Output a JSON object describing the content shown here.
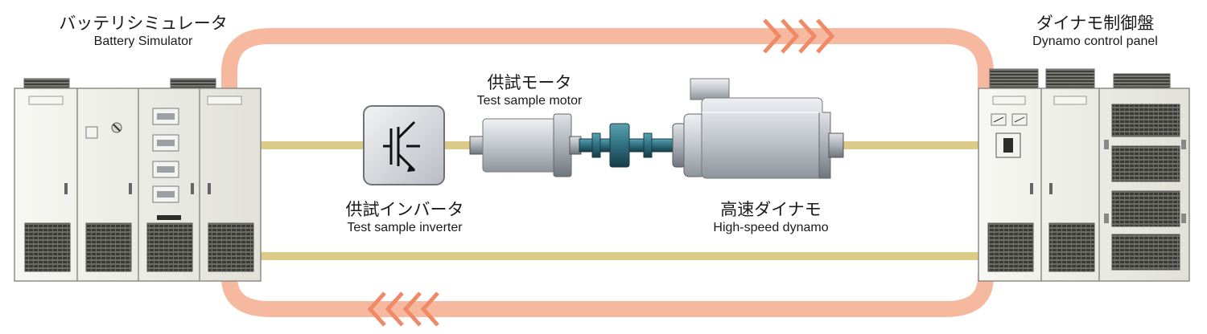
{
  "battery_simulator": {
    "jp": "バッテリシミュレータ",
    "en": "Battery Simulator"
  },
  "dynamo_control_panel": {
    "jp": "ダイナモ制御盤",
    "en": "Dynamo control panel"
  },
  "test_sample_motor": {
    "jp": "供試モータ",
    "en": "Test sample motor"
  },
  "test_sample_inverter": {
    "jp": "供試インバータ",
    "en": "Test sample inverter"
  },
  "high_speed_dynamo": {
    "jp": "高速ダイナモ",
    "en": "High-speed dynamo"
  },
  "colors": {
    "power_loop": "#f7b8a0",
    "power_loop_arrows": "#f08a66",
    "dc_cable": "#dccb86",
    "cabinet": "#ecece6",
    "cabinet_edge": "#8d8d86",
    "machine_metal": "#c9cdd3",
    "coupling": "#2f6f7f"
  }
}
